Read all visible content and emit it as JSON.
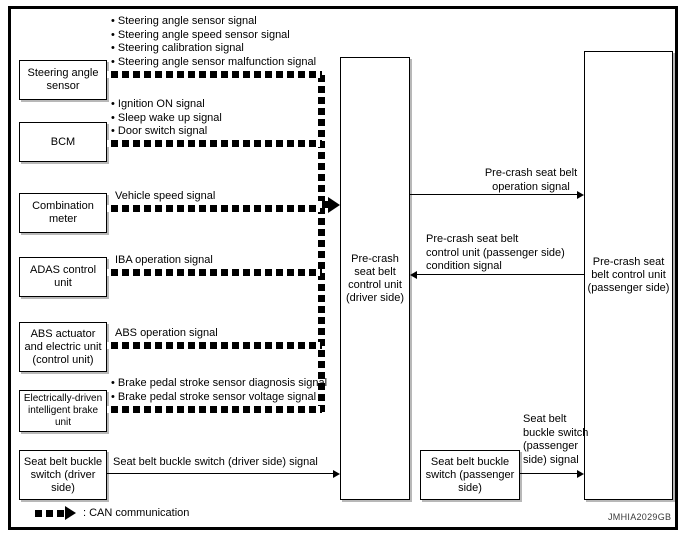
{
  "figure": {
    "id_code": "JMHIA2029GB",
    "legend_label": ": CAN communication",
    "legend_icon": "can-communication-arrow-icon"
  },
  "left_units": [
    {
      "name": "steering-angle-sensor",
      "label": "Steering angle\nsensor"
    },
    {
      "name": "bcm",
      "label": "BCM"
    },
    {
      "name": "combination-meter",
      "label": "Combination\nmeter"
    },
    {
      "name": "adas-control-unit",
      "label": "ADAS\ncontrol unit"
    },
    {
      "name": "abs-actuator-and-electric-unit",
      "label": "ABS actuator\nand electric unit\n(control unit)"
    },
    {
      "name": "electrically-driven-intelligent-brake-unit",
      "label": "Electrically-driven\nintelligent brake unit"
    },
    {
      "name": "seat-belt-buckle-switch-driver-side",
      "label": "Seat belt\nbuckle switch\n(driver side)"
    }
  ],
  "center_units": [
    {
      "name": "pre-crash-seat-belt-control-unit-driver-side",
      "label": "Pre-crash\nseat belt\ncontrol unit\n(driver side)"
    },
    {
      "name": "seat-belt-buckle-switch-passenger-side",
      "label": "Seat belt\nbuckle switch\n(passenger side)"
    }
  ],
  "right_units": [
    {
      "name": "pre-crash-seat-belt-control-unit-passenger-side",
      "label": "Pre-crash\nseat belt\ncontrol unit\n(passenger side)"
    }
  ],
  "signals": {
    "steering_angle_sensor": "• Steering angle sensor signal\n• Steering angle speed sensor signal\n• Steering calibration signal\n• Steering angle sensor malfunction signal",
    "bcm": "• Ignition ON signal\n• Sleep wake up signal\n• Door switch signal",
    "combination_meter": "Vehicle speed signal",
    "adas": "IBA operation signal",
    "abs": "ABS operation signal",
    "brake_unit": "• Brake pedal stroke sensor diagnosis signal\n• Brake pedal stroke sensor voltage signal",
    "seat_belt_buckle_driver": "Seat belt buckle switch (driver side) signal",
    "pre_crash_operation": "Pre-crash seat belt\noperation signal",
    "pre_crash_condition": "Pre-crash seat belt\ncontrol unit (passenger side)\ncondition signal",
    "seat_belt_buckle_passenger": "Seat belt\nbuckle switch\n(passenger\nside) signal"
  }
}
